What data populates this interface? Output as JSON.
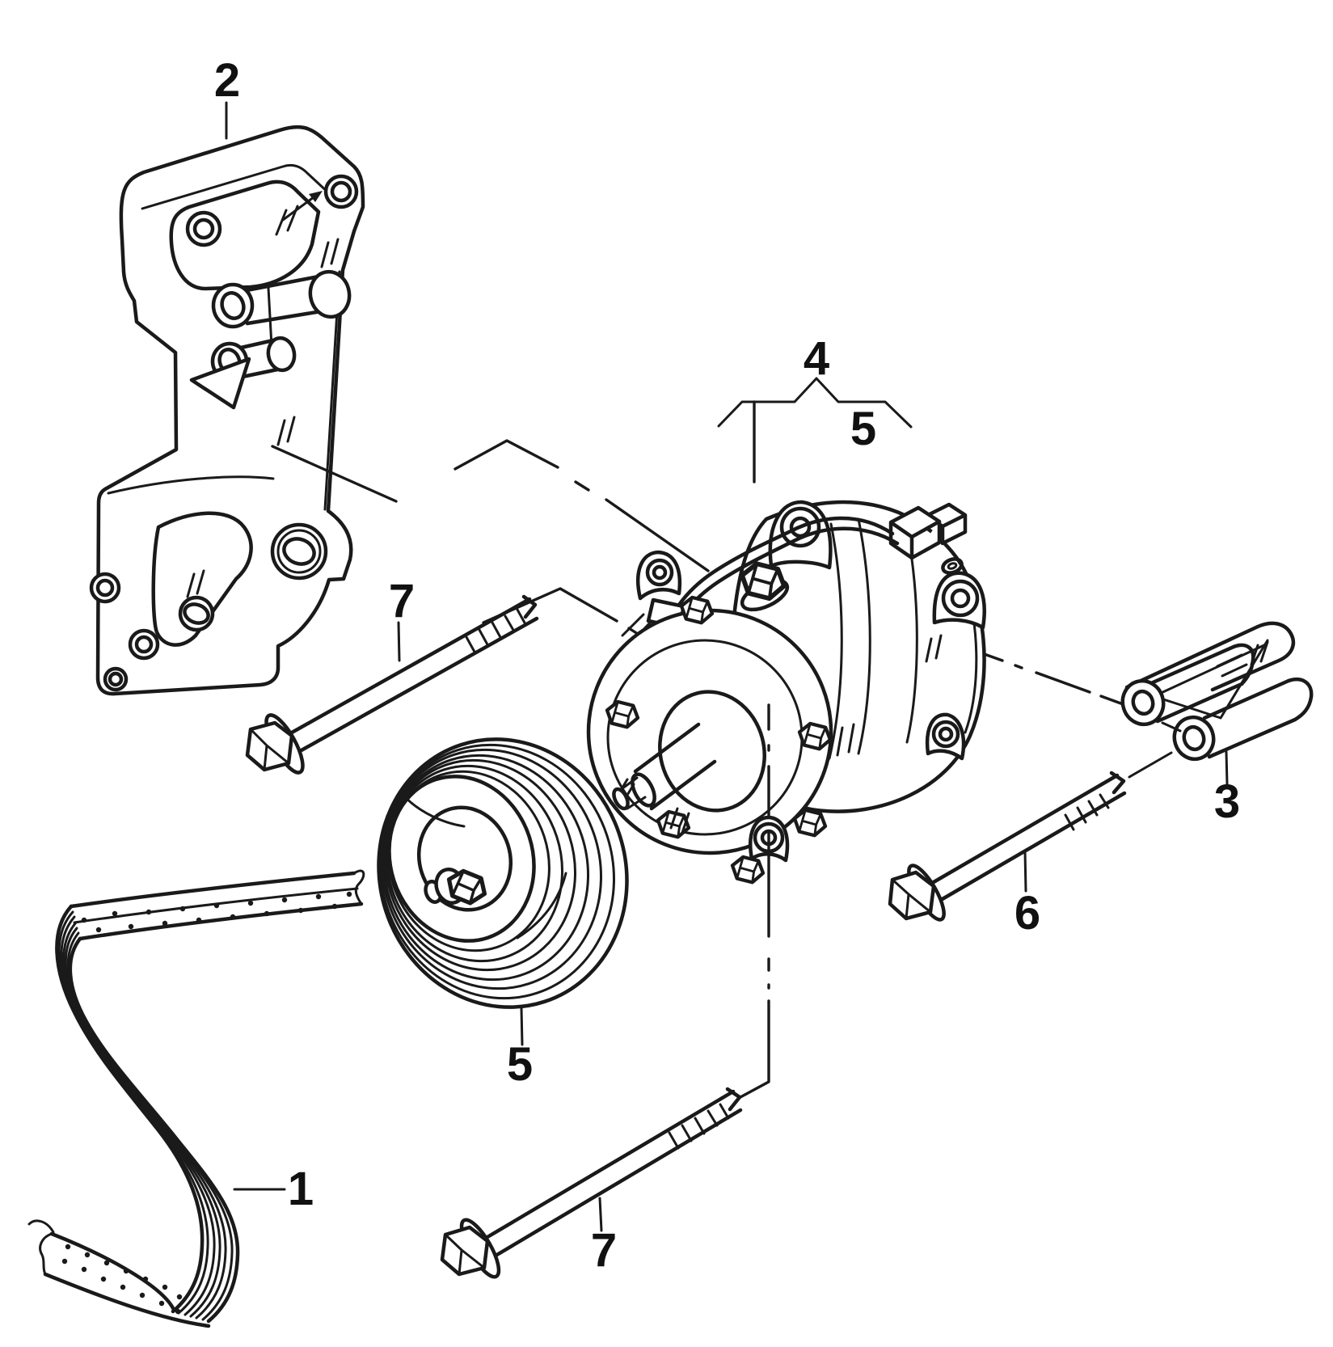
{
  "figure": {
    "kind": "exploded-parts-diagram"
  },
  "colors": {
    "bg": "#ffffff",
    "line": "#1a1a1a",
    "label": "#111111"
  },
  "callouts": [
    {
      "id": "part-2",
      "label": "2"
    },
    {
      "id": "part-4",
      "label": "4"
    },
    {
      "id": "part-5-callout",
      "label": "5"
    },
    {
      "id": "part-7-upper",
      "label": "7"
    },
    {
      "id": "part-5-pulley",
      "label": "5"
    },
    {
      "id": "part-1-belt",
      "label": "1"
    },
    {
      "id": "part-7-lower",
      "label": "7"
    },
    {
      "id": "part-6",
      "label": "6"
    },
    {
      "id": "part-3",
      "label": "3"
    }
  ]
}
